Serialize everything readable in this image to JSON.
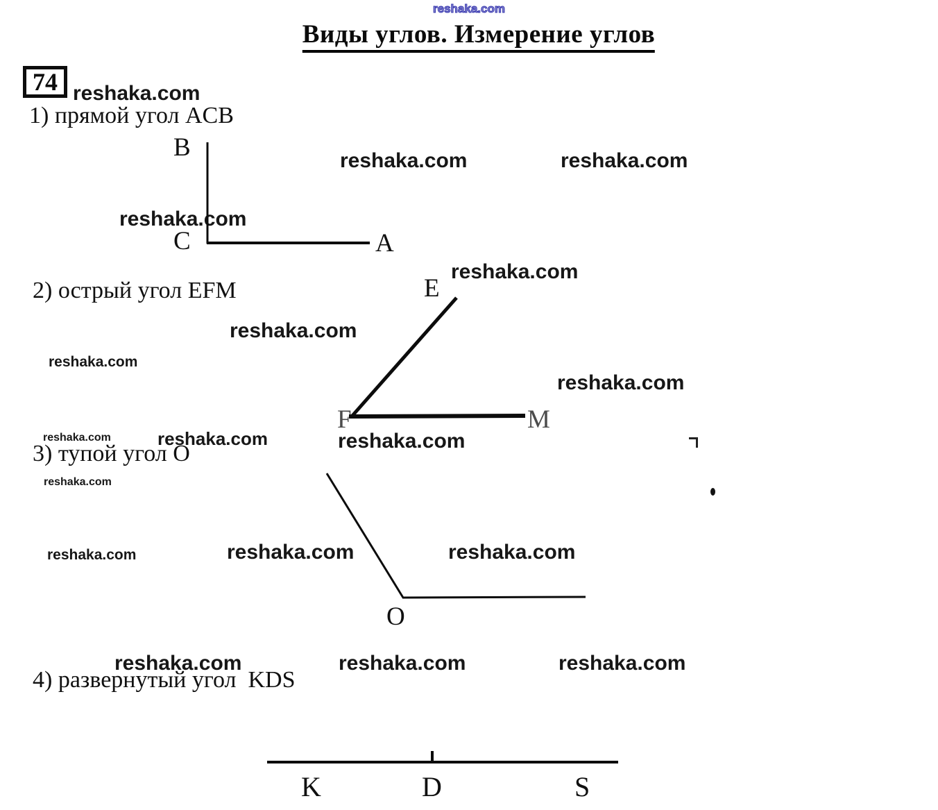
{
  "watermark": {
    "text": "reshaka.com"
  },
  "header": {
    "title": "Виды углов. Измерение углов",
    "problem_number": "74"
  },
  "sections": {
    "s1": {
      "label": "1) прямой угол ACB"
    },
    "s2": {
      "label": "2) острый угол EFM"
    },
    "s3": {
      "label": "3) тупой угол О"
    },
    "s4": {
      "label": "4) развернутый угол  KDS"
    }
  },
  "figures": {
    "right_angle": {
      "points": {
        "B": "B",
        "C": "C",
        "A": "A"
      }
    },
    "acute_angle": {
      "points": {
        "E": "E",
        "F": "F",
        "M": "M"
      }
    },
    "obtuse_angle": {
      "points": {
        "O": "O"
      }
    },
    "straight_angle": {
      "points": {
        "K": "K",
        "D": "D",
        "S": "S"
      }
    }
  }
}
